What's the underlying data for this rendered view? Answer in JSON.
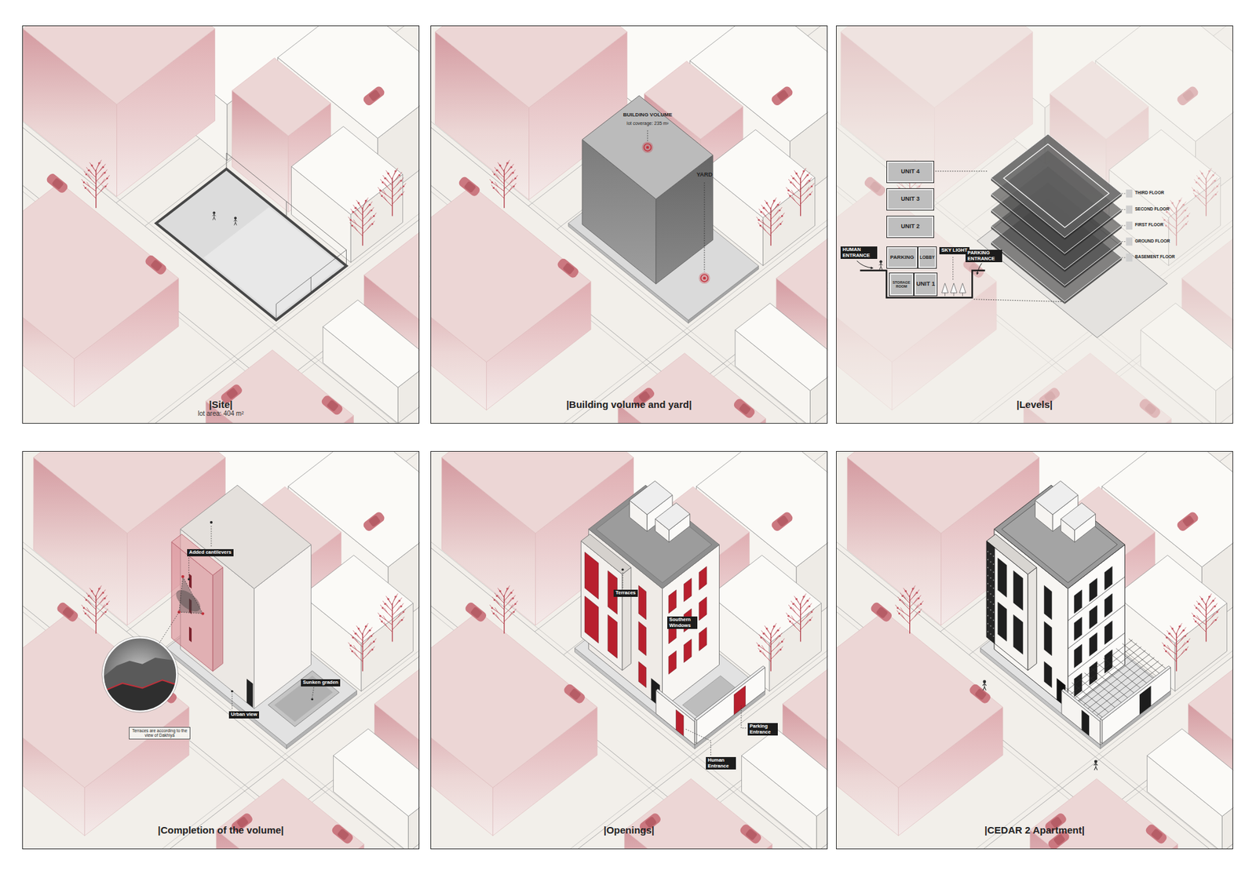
{
  "diagram": {
    "nodes": [
      {
        "text": [
          "|Site|",
          "lot area: 404 m²"
        ]
      },
      {
        "text": [
          "|Building volume and yard|"
        ]
      },
      {
        "text": [
          "|Levels|"
        ]
      },
      {
        "text": [
          "UNIT 4"
        ],
        "in": 2
      },
      {
        "text": [
          "UNIT 3"
        ],
        "in": 2
      },
      {
        "text": [
          "UNIT 2"
        ],
        "in": 2
      },
      {
        "text": [
          "HUMAN ENTRANCE"
        ],
        "in": 2
      },
      {
        "text": [
          "PARKING"
        ],
        "in": 2
      },
      {
        "text": [
          "LOBBY"
        ],
        "in": 2
      },
      {
        "text": [
          "SKY LIGHT"
        ],
        "in": 2
      },
      {
        "text": [
          "PARKING ENTRANCE"
        ],
        "in": 2
      },
      {
        "text": [
          "STORAGE ROOM"
        ],
        "in": 2
      },
      {
        "text": [
          "UNIT 1"
        ],
        "in": 2
      },
      {
        "text": [
          "|Completion of the volume|"
        ]
      },
      {
        "text": [
          "Added cantilevers"
        ],
        "in": 13
      },
      {
        "text": [
          "Terraces are according to the view of Dakhiya"
        ],
        "in": 13
      },
      {
        "text": [
          "Sunken graden"
        ],
        "in": 13
      },
      {
        "text": [
          "Urban view"
        ],
        "in": 13
      },
      {
        "text": [
          "|Openings|"
        ]
      },
      {
        "text": [
          "Terraces"
        ],
        "in": 18
      },
      {
        "text": [
          "Southern Windows"
        ],
        "in": 18
      },
      {
        "text": [
          "Parking Entrance"
        ],
        "in": 18
      },
      {
        "text": [
          "Human Entrance"
        ],
        "in": 18
      },
      {
        "text": [
          "|CEDAR 2 Apartment|"
        ]
      }
    ],
    "labels": [
      "BUILDING VOLUME",
      "lot coverage: 235 m²",
      "YARD",
      "THIRD FLOOR",
      "SECOND FLOOR",
      "FIRST FLOOR",
      "GROUND FLOOR",
      "BASEMENT FLOOR"
    ]
  }
}
